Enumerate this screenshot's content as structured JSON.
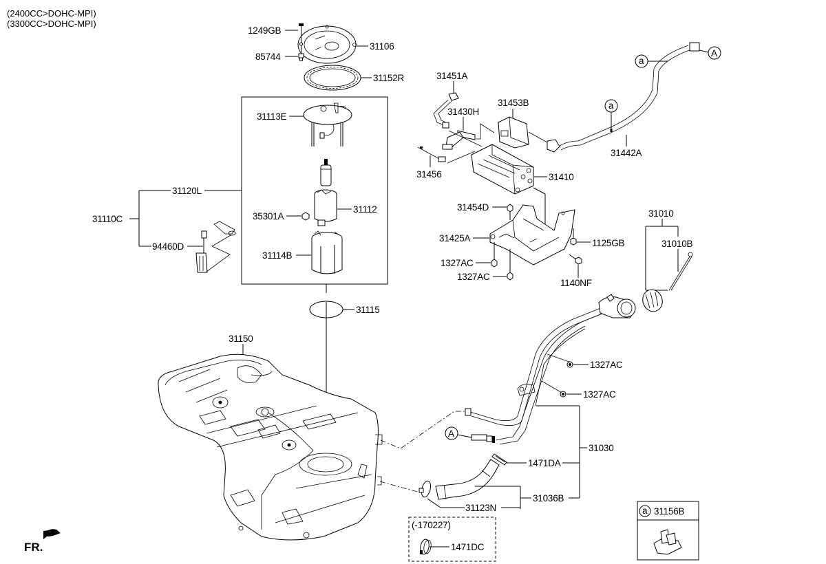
{
  "header": {
    "engine_lines": [
      "(2400CC>DOHC-MPI)",
      "(3300CC>DOHC-MPI)"
    ]
  },
  "labels": {
    "p1249GB": "1249GB",
    "p85744": "85744",
    "p31106": "31106",
    "p31152R": "31152R",
    "p31113E": "31113E",
    "p31120L": "31120L",
    "p31110C": "31110C",
    "p94460D": "94460D",
    "p35301A": "35301A",
    "p31112": "31112",
    "p31114B": "31114B",
    "p31115": "31115",
    "p31150": "31150",
    "p31451A": "31451A",
    "p31430H": "31430H",
    "p31453B": "31453B",
    "p31456": "31456",
    "p31410": "31410",
    "p31454D": "31454D",
    "p31425A": "31425A",
    "p1327AC_a": "1327AC",
    "p1327AC_b": "1327AC",
    "p1125GB": "1125GB",
    "p1140NF": "1140NF",
    "p31442A": "31442A",
    "p31010": "31010",
    "p31010B": "31010B",
    "p1327AC_c": "1327AC",
    "p1327AC_d": "1327AC",
    "p31030": "31030",
    "p1471DA": "1471DA",
    "p31036B": "31036B",
    "p31123N": "31123N",
    "p1471DC": "1471DC"
  },
  "ref_markers": {
    "a_small": "a",
    "A_big": "A"
  },
  "inset_dated": {
    "date_range": "(-170227)",
    "part": "1471DC"
  },
  "legend_box": {
    "marker": "a",
    "part": "31156B"
  },
  "direction": {
    "label": "FR."
  }
}
